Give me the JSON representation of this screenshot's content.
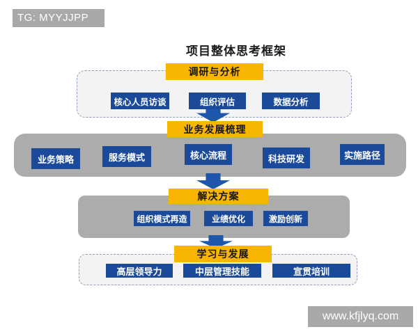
{
  "page": {
    "tg_label": "TG: MYYJJPP",
    "title": "项目整体思考框架",
    "watermark": "www.kfjlyq.com"
  },
  "colors": {
    "accent_yellow": "#F8B602",
    "box_blue": "#1B4A9B",
    "arrow_blue": "#1E56AB",
    "band_gray": "#ACACAC",
    "panel_light": "#F3F3F4",
    "label_gray": "#A9A9A9",
    "dash_border": "#8E9DBC"
  },
  "sections": [
    {
      "header": "调研与分析",
      "panel_style": "dashed",
      "items": [
        "核心人员访谈",
        "组织评估",
        "数据分析"
      ]
    },
    {
      "header": "业务发展梳理",
      "panel_style": "solid",
      "items": [
        "业务策略",
        "服务模式",
        "核心流程",
        "科技研发",
        "实施路径"
      ]
    },
    {
      "header": "解决方案",
      "panel_style": "solid",
      "items": [
        "组织模式再造",
        "业绩优化",
        "激励创新"
      ]
    },
    {
      "header": "学习与发展",
      "panel_style": "dashed",
      "items": [
        "高层领导力",
        "中层管理技能",
        "宣贯培训"
      ]
    }
  ]
}
